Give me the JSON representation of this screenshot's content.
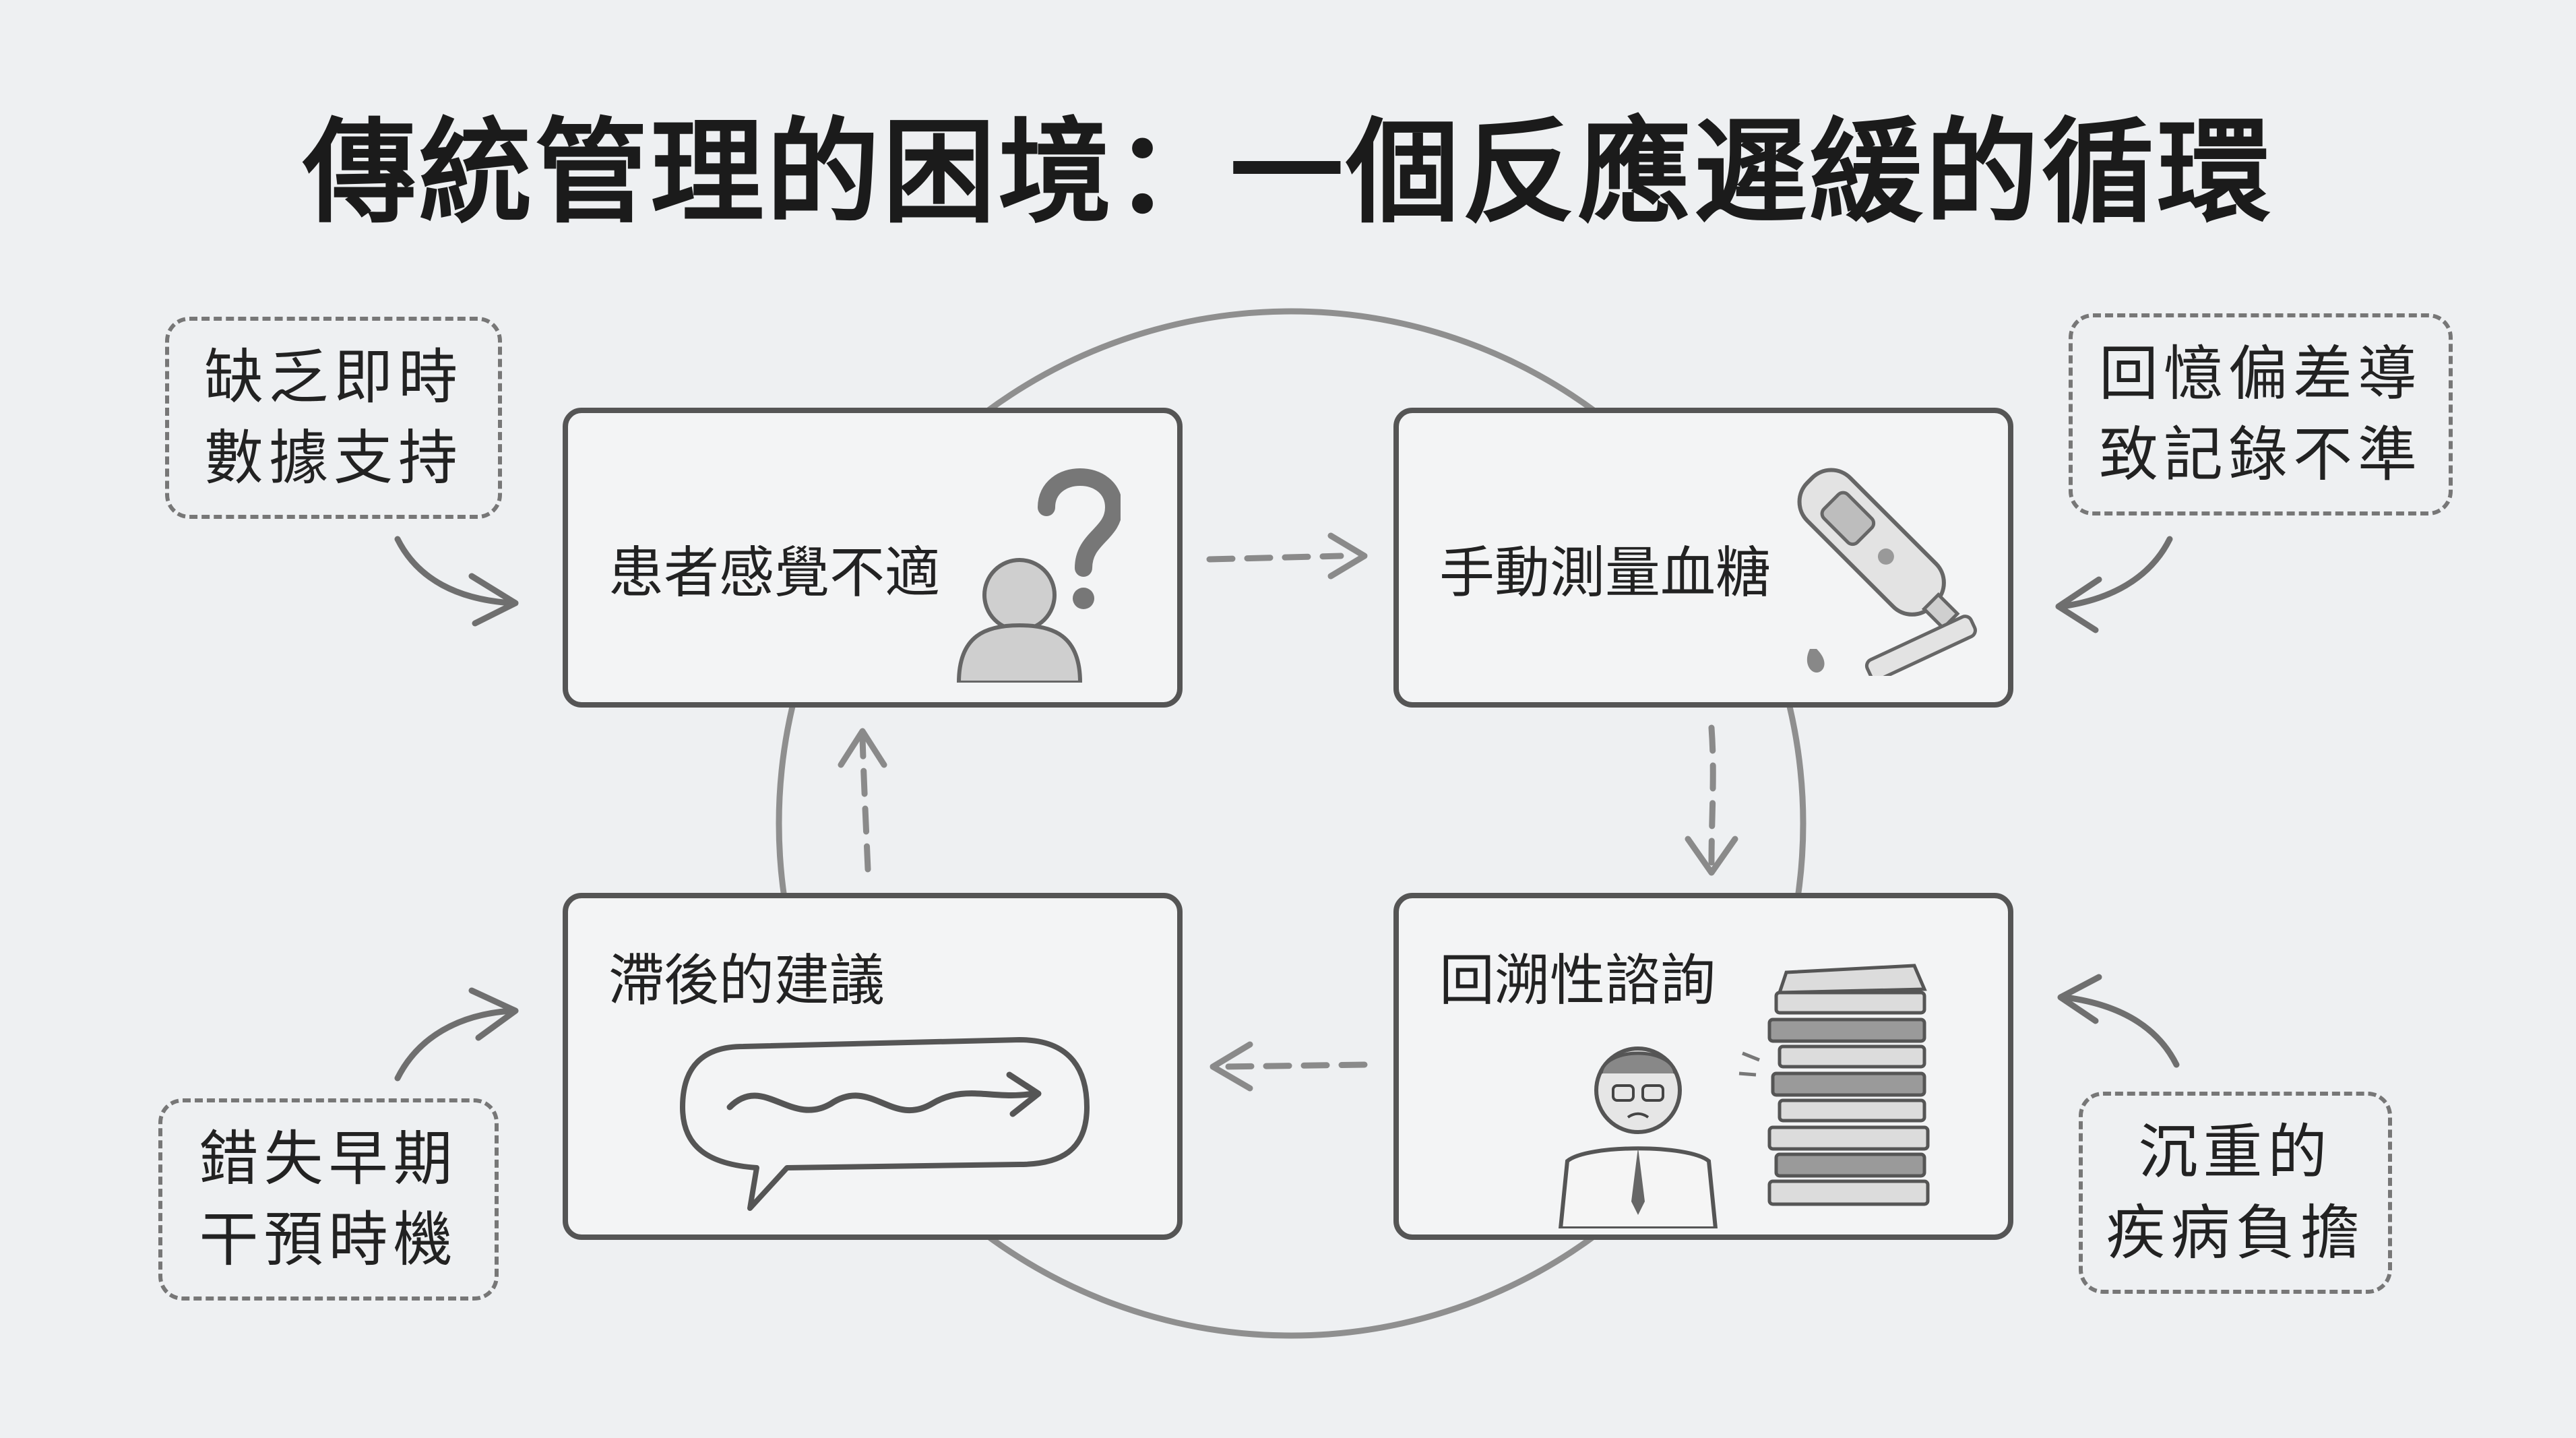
{
  "title": "傳統管理的困境：一個反應遲緩的循環",
  "steps": [
    {
      "label": "患者感覺不適",
      "icon": "person-question-icon"
    },
    {
      "label": "手動測量血糖",
      "icon": "glucose-meter-icon"
    },
    {
      "label": "回溯性諮詢",
      "icon": "doctor-paperwork-icon"
    },
    {
      "label": "滯後的建議",
      "icon": "speech-bubble-icon"
    }
  ],
  "notes": {
    "top_left": [
      "缺乏即時",
      "數據支持"
    ],
    "top_right": [
      "回憶偏差導",
      "致記錄不準"
    ],
    "bottom_left": [
      "錯失早期",
      "干預時機"
    ],
    "bottom_right": [
      "沉重的",
      "疾病負擔"
    ]
  },
  "colors": {
    "background": "#eef0f2",
    "stroke": "#555555",
    "text": "#1e1e1e"
  }
}
